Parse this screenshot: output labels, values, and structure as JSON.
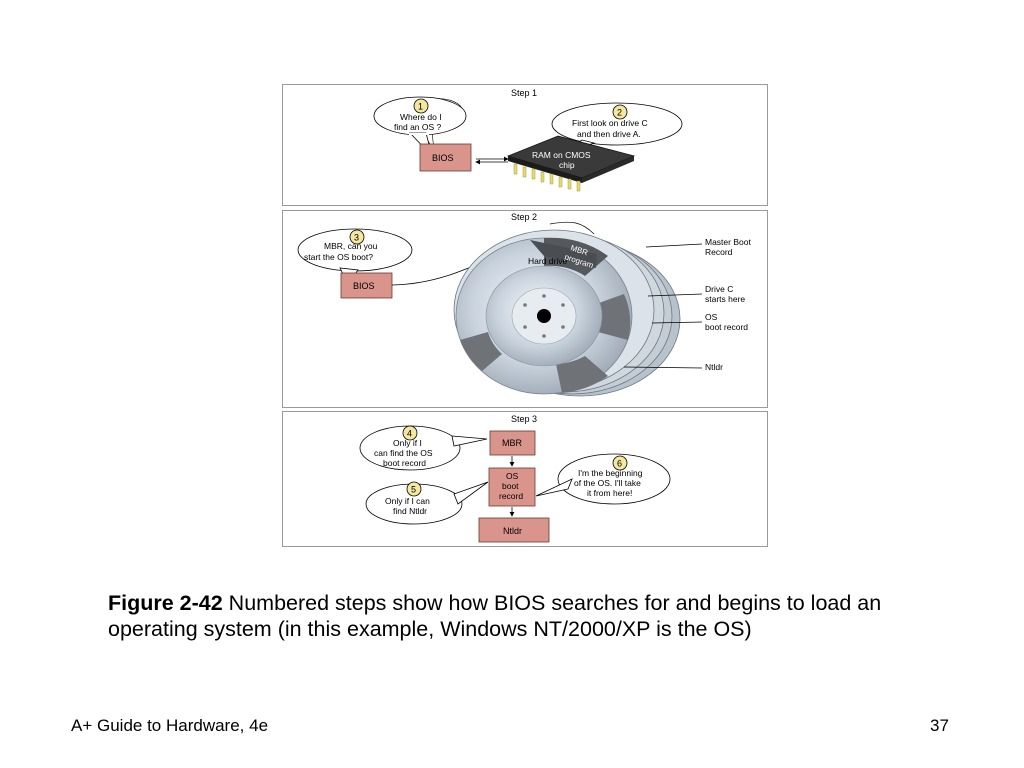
{
  "figure": {
    "step1": {
      "title": "Step 1",
      "bubble1_num": "1",
      "bubble1_line1": "Where do I",
      "bubble1_line2": "find an OS ?",
      "bubble2_num": "2",
      "bubble2_line1": "First look on drive C",
      "bubble2_line2": "and then drive A.",
      "bios_label": "BIOS",
      "chip_line1": "RAM on CMOS",
      "chip_line2": "chip"
    },
    "step2": {
      "title": "Step 2",
      "bubble3_num": "3",
      "bubble3_line1": "MBR, can you",
      "bubble3_line2": "start the OS boot?",
      "bios_label": "BIOS",
      "mbr_program_line1": "MBR",
      "mbr_program_line2": "program",
      "hard_drive_label": "Hard drive",
      "label_mbr_line1": "Master Boot",
      "label_mbr_line2": "Record",
      "label_drivec_line1": "Drive C",
      "label_drivec_line2": "starts here",
      "label_os_line1": "OS",
      "label_os_line2": "boot record",
      "label_ntldr": "Ntldr"
    },
    "step3": {
      "title": "Step 3",
      "bubble4_num": "4",
      "bubble4_line1": "Only if I",
      "bubble4_line2": "can find the OS",
      "bubble4_line3": "boot record",
      "bubble5_num": "5",
      "bubble5_line1": "Only if I can",
      "bubble5_line2": "find Ntldr",
      "bubble6_num": "6",
      "bubble6_line1": "I'm the beginning",
      "bubble6_line2": "of the OS. I'll take",
      "bubble6_line3": "it from here!",
      "box_mbr": "MBR",
      "box_os_line1": "OS",
      "box_os_line2": "boot",
      "box_os_line3": "record",
      "box_ntldr": "Ntldr"
    }
  },
  "caption": {
    "figure_number": "Figure 2-42",
    "text": " Numbered steps show how BIOS searches for and begins to load an operating system (in this example, Windows NT/2000/XP is the OS)"
  },
  "footer": {
    "book_title": "A+ Guide to Hardware, 4e",
    "page_number": "37"
  },
  "colors": {
    "box_fill": "#d9958c",
    "bubble_num_fill": "#f4e8a0",
    "disk_light": "#dfe6ee",
    "disk_dark": "#6f7378"
  }
}
